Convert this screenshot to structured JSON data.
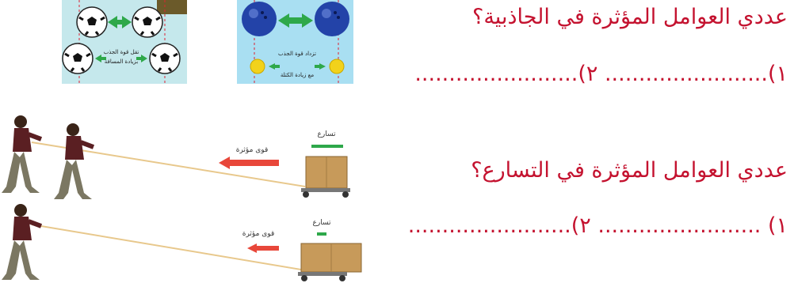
{
  "question1": {
    "text": "عددي العوامل المؤثرة في الجاذبية؟",
    "answer_line": "١)........................ ٢)........................"
  },
  "question2": {
    "text": "عددي العوامل المؤثرة في التسارع؟",
    "answer_line": "١) ........................ ٢)........................"
  },
  "soccer_panel": {
    "caption": "تقل قوة الجذب\nبزيادة المسافة",
    "caption_line1": "تقل قوة الجذب",
    "caption_line2": "بزيادة المسافة"
  },
  "bowling_panel": {
    "caption_line1": "تزداد قوة الجذب",
    "caption_line2": "مع زيادة الكتلة"
  },
  "rope_top": {
    "acceleration_label": "تسارع",
    "force_label": "قوى مؤثرة"
  },
  "rope_bottom": {
    "acceleration_label": "تسارع",
    "force_label": "قوى مؤثرة"
  },
  "colors": {
    "question_text": "#c4122f",
    "green_arrow": "#2ea84a",
    "red_arrow": "#e8473a"
  }
}
